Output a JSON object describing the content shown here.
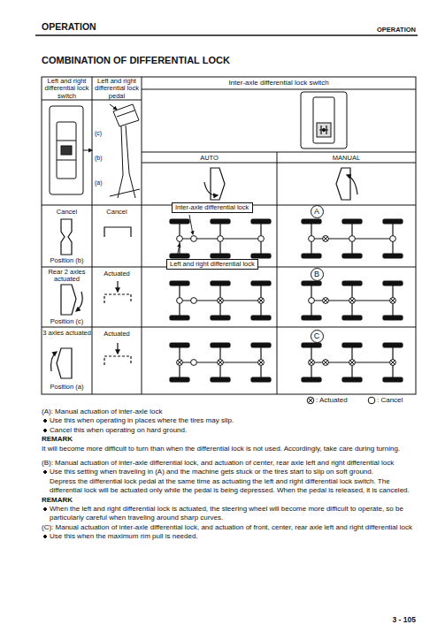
{
  "diagram": {
    "title": "COMBINATION OF DIFFERENTIAL LOCK",
    "nodes": [
      {
        "text": [
          "Inter-axle differential lock"
        ]
      },
      {
        "text": [
          "Left and right differential lock"
        ]
      },
      {
        "text": [
          "A"
        ]
      },
      {
        "text": [
          "B"
        ]
      },
      {
        "text": [
          "C"
        ]
      }
    ],
    "labels": [
      "OPERATION",
      "OPERATION",
      "Left and right differential lock switch",
      "Left and right differential lock pedal",
      "Inter-axle differential lock switch",
      "(c)",
      "(b)",
      "(a)",
      "AUTO",
      "MANUAL",
      "Cancel",
      "Cancel",
      "Position (b)",
      "Rear 2 axles actuated",
      "Actuated",
      "Position (c)",
      "3 axles actuated",
      "Actuated",
      "Position (a)",
      "(A): Manual actuation of inter-axle lock",
      "Use this when operating in places where the tires may slip.",
      "Cancel this when operating on hard ground.",
      "REMARK",
      "It will become more difficult to turn than when the differential lock is not used. Accordingly, take care during turning.",
      "(B): Manual actuation of inter-axle differential lock, and actuation of center, rear axle left and right differential lock",
      "Use this setting when traveling in (A) and the machine gets stuck or the tires start to slip on soft ground.",
      "Depress the differential lock pedal at the same time as actuating the left and right differential lock switch. The differential lock will be actuated only while the pedal is being depressed. When the pedal is released, it is canceled.",
      "REMARK",
      "When the left and right differential lock is actuated, the steering wheel will become more difficult to operate, so be particularly careful when traveling around sharp curves.",
      "(C): Manual actuation of inter-axle differential lock, and actuation of front, center, rear axle left and right differential lock",
      "Use this when the maximum rim pull is needed.",
      "3 - 105"
    ],
    "legend": [
      {
        "text": ": Actuated"
      },
      {
        "text": ": Cancel"
      }
    ]
  }
}
